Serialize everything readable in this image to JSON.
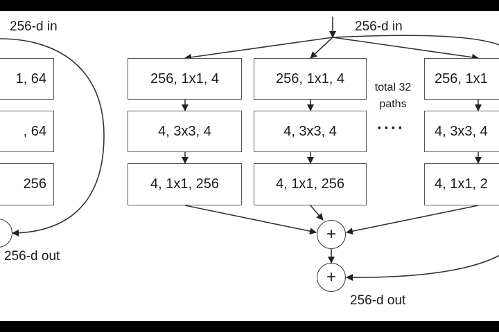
{
  "left_block": {
    "input_label": "256-d in",
    "layers": [
      "1, 64",
      ", 64",
      "256"
    ],
    "output_label": "256-d out"
  },
  "right_block": {
    "input_label": "256-d in",
    "paths": [
      {
        "layers": [
          "256, 1x1, 4",
          "4, 3x3, 4",
          "4, 1x1, 256"
        ]
      },
      {
        "layers": [
          "256, 1x1, 4",
          "4, 3x3, 4",
          "4, 1x1, 256"
        ]
      },
      {
        "layers": [
          "256, 1x1",
          "4, 3x3, 4",
          "4, 1x1, 2"
        ]
      }
    ],
    "paths_note_line1": "total 32",
    "paths_note_line2": "paths",
    "ellipsis": "····",
    "sum_symbol": "+",
    "output_label": "256-d out"
  },
  "colors": {
    "frame": "#000000",
    "background": "#ffffff",
    "stroke": "#333333"
  }
}
